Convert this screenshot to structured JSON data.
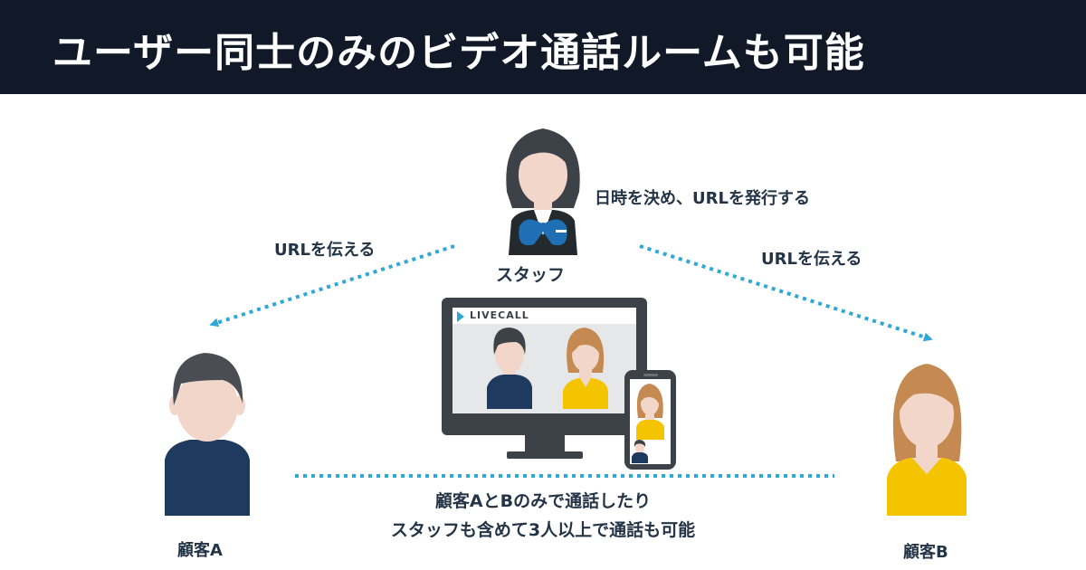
{
  "header": {
    "title": "ユーザー同士のみのビデオ通話ルームも可能"
  },
  "staff": {
    "label": "スタッフ",
    "action": "日時を決め、URLを発行する"
  },
  "arrows": {
    "left_label": "URLを伝える",
    "right_label": "URLを伝える"
  },
  "customer_a": {
    "label": "顧客A"
  },
  "customer_b": {
    "label": "顧客B"
  },
  "app": {
    "brand": "LIVECALL"
  },
  "caption": {
    "line1": "顧客AとBのみで通話したり",
    "line2": "スタッフも含めて3人以上で通話も可能"
  },
  "colors": {
    "header_bg": "#111827",
    "dotted_line": "#2fa8d5",
    "navy": "#1f3a5f",
    "yellow": "#f5c400",
    "text": "#243447"
  }
}
